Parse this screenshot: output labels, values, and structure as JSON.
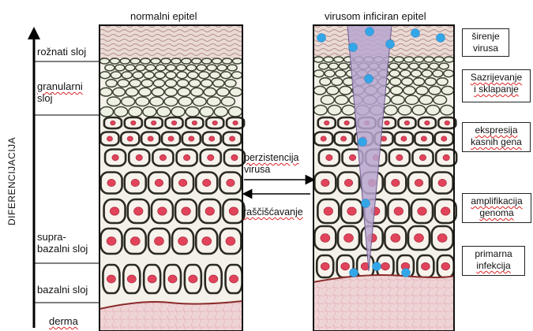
{
  "headers": {
    "normal": "normalni epitel",
    "infected": "virusom inficiran epitel"
  },
  "axis_label": "DIFERENCIJACIJA",
  "layers": {
    "keratin": "rožnati sloj",
    "granular_1": "granularni",
    "granular_2": "sloj",
    "suprabasal_1": "supra-",
    "suprabasal_2": "bazalni sloj",
    "basal": "bazalni sloj",
    "dermis": "derma"
  },
  "arrows": {
    "persistence_1": "perzistencija",
    "persistence_2": "virusa",
    "clearance": "raščišćavanje"
  },
  "stages": {
    "spread_1": "širenje",
    "spread_2": "virusa",
    "assembly_1": "Sazrijevanje",
    "assembly_2": "i sklapanje",
    "late_1": "ekspresija",
    "late_2": "kasnih gena",
    "amplification_1": "amplifikacija",
    "amplification_2": "genoma",
    "primary_1": "primarna",
    "primary_2": "infekcija"
  },
  "colors": {
    "nucleus": "#e0435a",
    "virus": "#33a6e8",
    "keratin": "#c8a7a2",
    "dermis": "#e8c7c9",
    "cell_outline": "#2a2a22",
    "infection_wedge": "#b7a6cf"
  }
}
